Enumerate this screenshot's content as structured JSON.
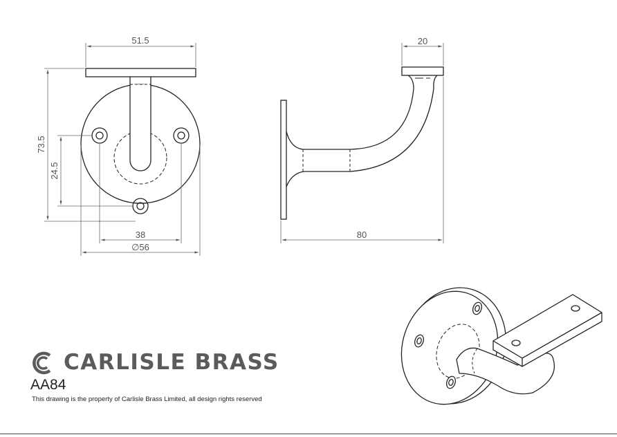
{
  "dimensions": {
    "plate_width": "51.5",
    "overall_height": "73.5",
    "hole_vertical": "24.5",
    "hole_horizontal": "38",
    "diameter": "∅56",
    "plate_depth": "20",
    "projection": "80"
  },
  "brand": {
    "name": "CARLISLE BRASS",
    "logo_icon": "carlisle-brass-c-logo",
    "color": "#5b5b5b"
  },
  "product_code": "AA84",
  "disclaimer": "This drawing is the property of Carlisle Brass Limited, all design rights reserved"
}
